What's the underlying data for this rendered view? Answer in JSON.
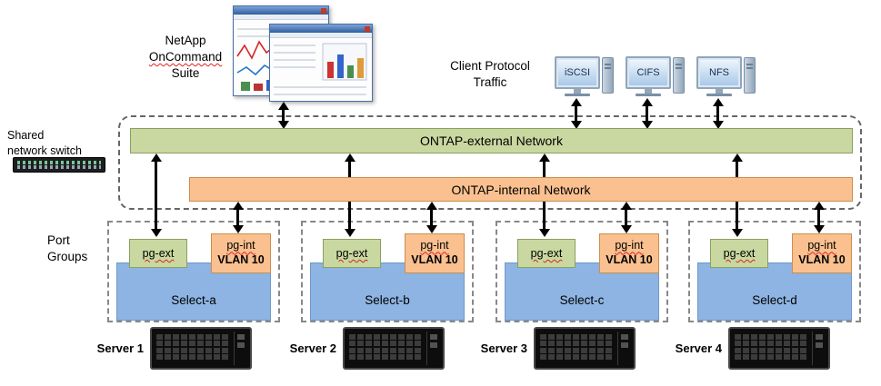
{
  "labels": {
    "netapp": [
      "NetApp",
      "OnCommand",
      "Suite"
    ],
    "client": [
      "Client Protocol",
      "Traffic"
    ],
    "switch": [
      "Shared",
      "network switch"
    ],
    "port_groups": [
      "Port",
      "Groups"
    ]
  },
  "networks": {
    "external": "ONTAP-external Network",
    "internal": "ONTAP-internal Network"
  },
  "clients": [
    {
      "name": "iSCSI"
    },
    {
      "name": "CIFS"
    },
    {
      "name": "NFS"
    }
  ],
  "nodes": [
    {
      "pg_ext": "pg-ext",
      "pg_int": "pg-int",
      "vlan": "VLAN 10",
      "name": "Select-a",
      "server": "Server 1"
    },
    {
      "pg_ext": "pg-ext",
      "pg_int": "pg-int",
      "vlan": "VLAN 10",
      "name": "Select-b",
      "server": "Server 2"
    },
    {
      "pg_ext": "pg-ext",
      "pg_int": "pg-int",
      "vlan": "VLAN 10",
      "name": "Select-c",
      "server": "Server 3"
    },
    {
      "pg_ext": "pg-ext",
      "pg_int": "pg-int",
      "vlan": "VLAN 10",
      "name": "Select-d",
      "server": "Server 4"
    }
  ],
  "colors": {
    "external_fill": "#c9d8a0",
    "internal_fill": "#fac08f",
    "node_fill": "#8db4e2",
    "arrow": "#000000",
    "squiggle": "#e02020"
  }
}
